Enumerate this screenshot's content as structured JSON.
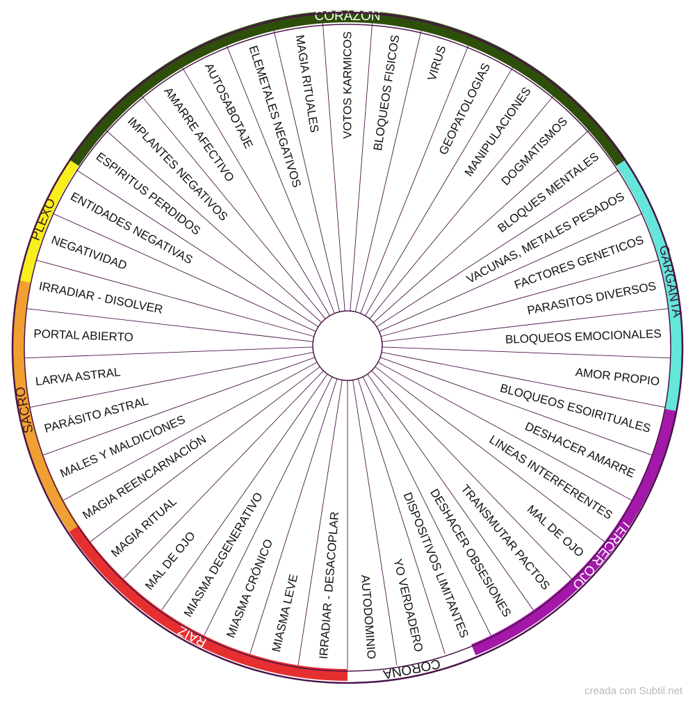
{
  "credit": "creada con Subtil.net",
  "sections": [
    {
      "label": "CORAZON",
      "color": "#2d4f0a",
      "text_color": "#ffffff",
      "start_deg": 303.75,
      "end_deg": 56.25
    },
    {
      "label": "GARGANTA",
      "color": "#64e6d9",
      "text_color": "#3a1a3a",
      "start_deg": 56.25,
      "end_deg": 101.25
    },
    {
      "label": "TERCER OJO",
      "color": "#a318a8",
      "text_color": "#ffffff",
      "start_deg": 101.25,
      "end_deg": 157.5
    },
    {
      "label": "CORONA",
      "color": "#ffffff",
      "text_color": "#111111",
      "start_deg": 157.5,
      "end_deg": 180
    },
    {
      "label": "RAIZ",
      "color": "#e63030",
      "text_color": "#ffffff",
      "start_deg": 180,
      "end_deg": 236.25
    },
    {
      "label": "SACRO",
      "color": "#f0a033",
      "text_color": "#3a1a1a",
      "start_deg": 236.25,
      "end_deg": 281.25
    },
    {
      "label": "PLEXO",
      "color": "#f6ef1c",
      "text_color": "#3a1a1a",
      "start_deg": 281.25,
      "end_deg": 303.75
    }
  ],
  "items": [
    "VOTOS KARMICOS",
    "BLOQUEOS FISICOS",
    "VIRUS",
    "GEOPATOLOGIAS",
    "MANIPULACIONES",
    "DOGMATISMOS",
    "BLOQUES MENTALES",
    "VACUNAS, METALES PESADOS",
    "FACTORES GENETICOS",
    "PARASITOS DIVERSOS",
    "BLOQUEOS EMOCIONALES",
    "AMOR PROPIO",
    "BLOQUEOS ESOIRITUALES",
    "DESHACER AMARRE",
    "LINEAS INTERFERENTES",
    "MAL DE OJO",
    "TRANSMUTAR PACTOS",
    "DESHACER OBSESIONES",
    "DISPOSITIVOS LIMITANTES",
    "YO VERDADERO",
    "AUTODOMINIO",
    "IRRADIAR - DESACOPLAR",
    "MIASMA LEVE",
    "MIASMA CRÓNICO",
    "MIASMA DEGENERATIVO",
    "MAL DE OJO",
    "MAGIA RITUAL",
    "MAGIA REENCARNACIÓN",
    "MALES Y MALDICIONES",
    "PARÁSITO ASTRAL",
    "LARVA ASTRAL",
    "PORTAL ABIERTO",
    "IRRADIAR - DISOLVER",
    "NEGATIVIDAD",
    "ENTIDADES NEGATIVAS",
    "ESPIRITUS PERDIDOS",
    "IMPLANTES NEGATIVOS",
    "AMARRE AFECTIVO",
    "AUTOSABOTAJE",
    "ELEMETALES NEGATIVOS",
    "MAGIA RITUALES"
  ]
}
